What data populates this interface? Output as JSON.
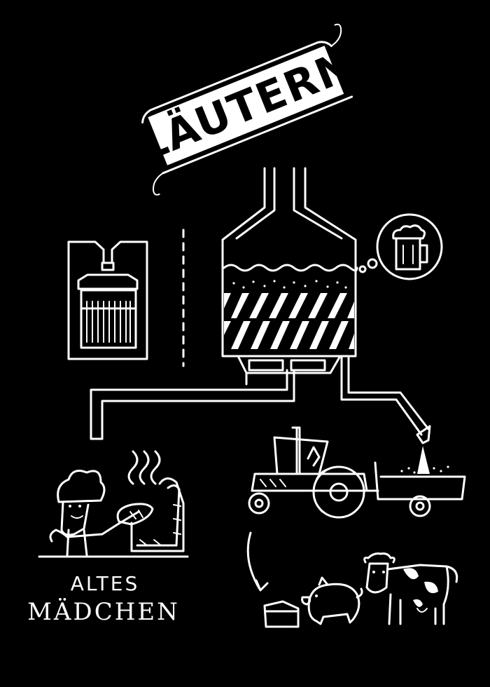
{
  "title": "LÄUTERN",
  "logo": {
    "line1": "ALTES",
    "line2": "MÄDCHEN"
  },
  "colors": {
    "background": "#000000",
    "ink": "#ffffff"
  },
  "icons": [
    "lauter-tun",
    "grain-mill",
    "beer-mug-thought",
    "baker",
    "oven",
    "tractor",
    "trailer",
    "pig",
    "cow",
    "feed-trough"
  ]
}
